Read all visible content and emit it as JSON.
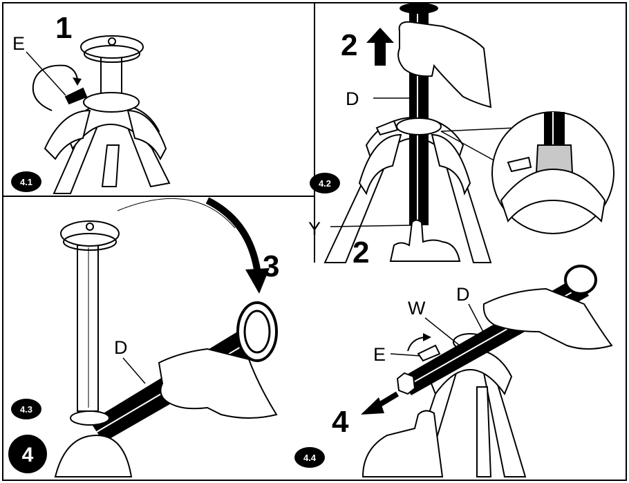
{
  "panels": [
    {
      "id": "4.1",
      "badge": "4.1",
      "step": "1",
      "labels": [
        "E"
      ]
    },
    {
      "id": "4.2",
      "badge": "4.2",
      "step_top": "2",
      "step_bottom": "2",
      "labels": [
        "D",
        "Y"
      ]
    },
    {
      "id": "4.3",
      "badge": "4.3",
      "step": "3",
      "labels": [
        "D"
      ]
    },
    {
      "id": "4.4",
      "badge": "4.4",
      "step": "4",
      "labels": [
        "W",
        "D",
        "E"
      ]
    }
  ],
  "section_badge": "4",
  "colors": {
    "ink": "#000000",
    "paper": "#ffffff",
    "shade": "#c8c8c8"
  }
}
